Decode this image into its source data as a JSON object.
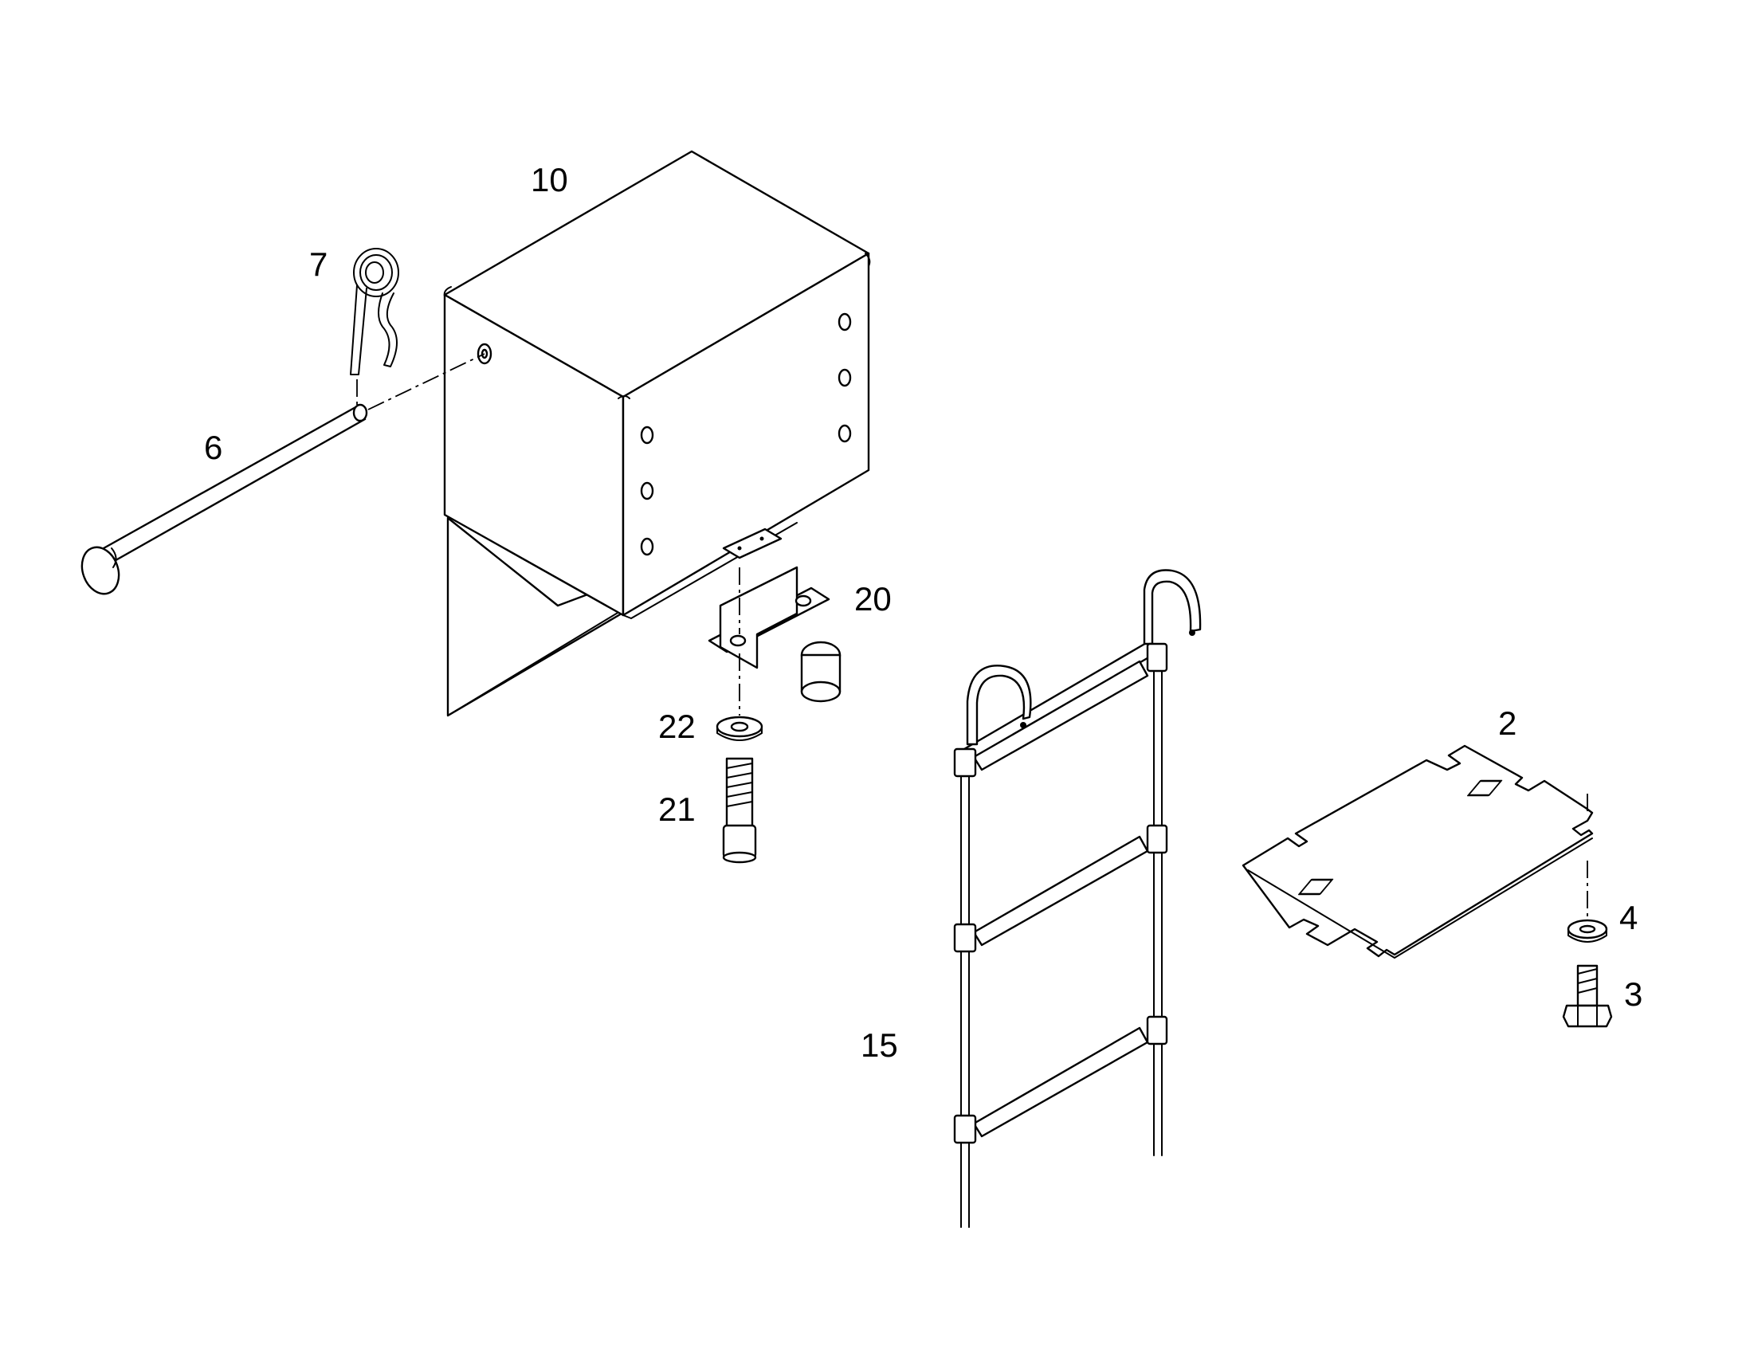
{
  "callouts": {
    "c10": "10",
    "c7": "7",
    "c6": "6",
    "c20": "20",
    "c22": "22",
    "c21": "21",
    "c2": "2",
    "c4": "4",
    "c3": "3",
    "c15": "15"
  },
  "colors": {
    "line": "#000000",
    "background": "#ffffff"
  }
}
